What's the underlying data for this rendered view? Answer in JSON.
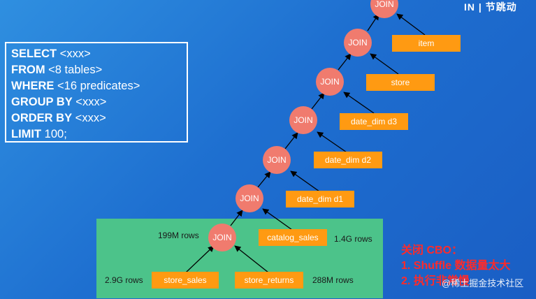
{
  "sql": {
    "lines": [
      {
        "kw": "SELECT",
        "rest": " <xxx>"
      },
      {
        "kw": "FROM",
        "rest": " <8 tables>"
      },
      {
        "kw": "WHERE",
        "rest": " <16 predicates>"
      },
      {
        "kw": "GROUP BY",
        "rest": " <xxx>"
      },
      {
        "kw": "ORDER BY",
        "rest": " <xxx>"
      },
      {
        "kw": "LIMIT",
        "rest": " 100;"
      }
    ]
  },
  "joins": [
    "JOIN",
    "JOIN",
    "JOIN",
    "JOIN",
    "JOIN",
    "JOIN",
    "JOIN"
  ],
  "tables": {
    "item": "item",
    "store": "store",
    "date_dim_d3": "date_dim d3",
    "date_dim_d2": "date_dim d2",
    "date_dim_d1": "date_dim d1",
    "catalog_sales": "catalog_sales",
    "store_sales": "store_sales",
    "store_returns": "store_returns"
  },
  "rows": {
    "join_bottom": "199M rows",
    "catalog_sales": "1.4G rows",
    "store_sales": "2.9G rows",
    "store_returns": "288M rows"
  },
  "notes": {
    "title": "关闭 CBO：",
    "line1": "1. Shuffle 数据量太大",
    "line2": "2. 执行非常慢"
  },
  "logo": "IN | 节跳动",
  "watermark": "@稀土掘金技术社区",
  "colors": {
    "join": "#f07b6e",
    "table": "#ff9a12",
    "highlight": "#4cc38a",
    "note": "#ff2a2a"
  }
}
